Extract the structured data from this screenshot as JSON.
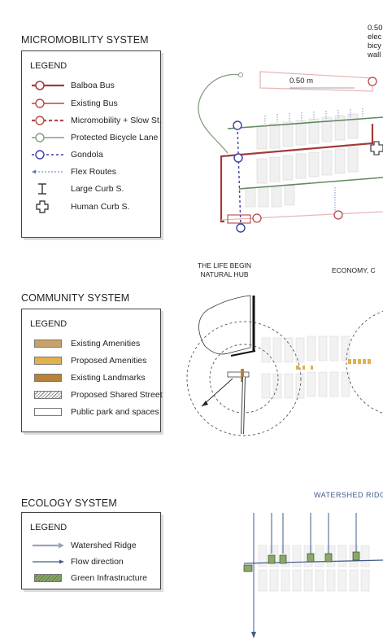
{
  "micromobility": {
    "title": "MICROMOBILITY SYSTEM",
    "legend_title": "LEGEND",
    "items": [
      {
        "label": "Balboa Bus",
        "color": "#a53a3a"
      },
      {
        "label": "Existing Bus",
        "color": "#b84545"
      },
      {
        "label": "Micromobility + Slow St.",
        "color": "#b84545"
      },
      {
        "label": "Protected Bicycle Lane",
        "color": "#7fa07f"
      },
      {
        "label": "Gondola",
        "color": "#3a3fa8"
      },
      {
        "label": "Flex Routes",
        "color": "#5a7ab8"
      },
      {
        "label": "Large Curb S.",
        "color": "#222222"
      },
      {
        "label": "Human Curb S.",
        "color": "#222222"
      }
    ],
    "map_note": "0.50\nelec\nbicy\nwall",
    "dimension_label": "0.50 m"
  },
  "community": {
    "title": "COMMUNITY SYSTEM",
    "legend_title": "LEGEND",
    "items": [
      {
        "label": "Existing Amenities",
        "color": "#c8a06a"
      },
      {
        "label": "Proposed Amenities",
        "color": "#e3b04a"
      },
      {
        "label": "Existing Landmarks",
        "color": "#b8823a"
      },
      {
        "label": "Proposed Shared Street",
        "color": "#ffffff"
      },
      {
        "label": "Public park and spaces",
        "color": "#ffffff"
      }
    ],
    "label_life": "THE LIFE BEGIN\nNATURAL HUB",
    "label_economy": "ECONOMY, C"
  },
  "ecology": {
    "title": "ECOLOGY SYSTEM",
    "legend_title": "LEGEND",
    "items": [
      {
        "label": "Watershed Ridge",
        "color": "#9aa4b4"
      },
      {
        "label": "Flow direction",
        "color": "#3e5c8a"
      },
      {
        "label": "Green Infrastructure",
        "color": "#8aa86a"
      }
    ],
    "label_watershed": "WATERSHED RIDG"
  }
}
